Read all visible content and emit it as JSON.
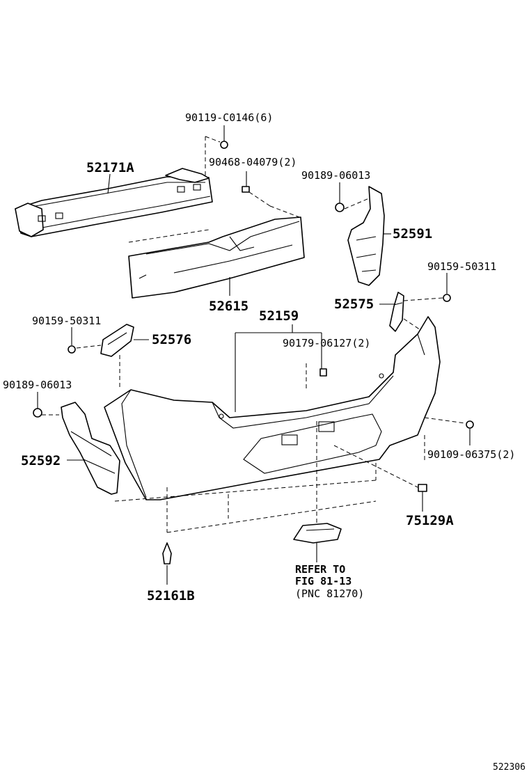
{
  "labels": {
    "p90119": "90119-C0146(6)",
    "p52171A": "52171A",
    "p90468": "90468-04079(2)",
    "p90189_top": "90189-06013",
    "p52591": "52591",
    "p52615": "52615",
    "p90159_right": "90159-50311",
    "p52575": "52575",
    "p52159": "52159",
    "p90159_left": "90159-50311",
    "p52576": "52576",
    "p90179": "90179-06127(2)",
    "p90189_left": "90189-06013",
    "p52592": "52592",
    "p90109": "90109-06375(2)",
    "p75129A": "75129A",
    "p52161B": "52161B",
    "refer_line1": "REFER TO",
    "refer_line2": "FIG 81-13",
    "refer_line3": "(PNC 81270)",
    "figure_code": "522306"
  }
}
